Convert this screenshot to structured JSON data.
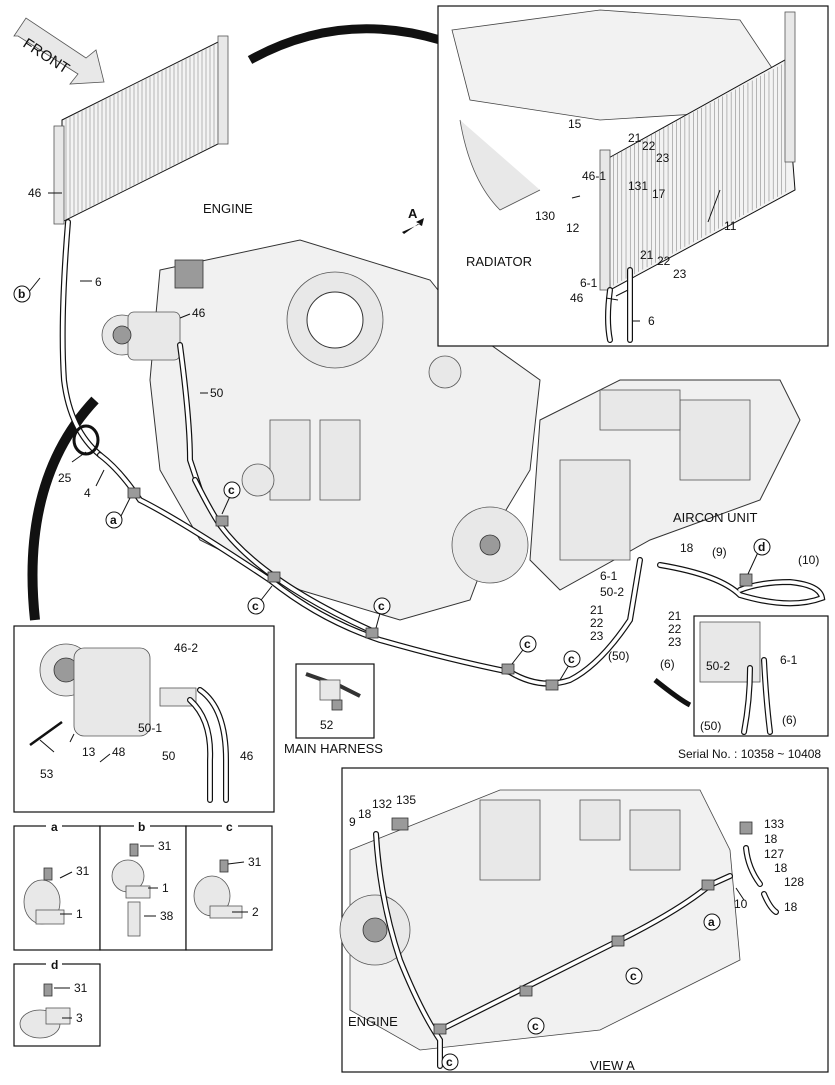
{
  "labels": {
    "front": "FRONT",
    "engine_top": "ENGINE",
    "arrow_a": "A",
    "radiator": "RADIATOR",
    "aircon_unit": "AIRCON UNIT",
    "main_harness": "MAIN HARNESS",
    "serial_no": "Serial No. : 10358 ~ 10408",
    "engine_bottom": "ENGINE",
    "view_a": "VIEW   A"
  },
  "callouts": {
    "c46a": "46",
    "c6a": "6",
    "c46b": "46",
    "c50": "50",
    "c25": "25",
    "c4": "4",
    "c15": "15",
    "c21a": "21",
    "c22a": "22",
    "c23a": "23",
    "c46_1": "46-1",
    "c131": "131",
    "c17": "17",
    "c130": "130",
    "c12": "12",
    "c11": "11",
    "c21b": "21",
    "c22b": "22",
    "c23b": "23",
    "c6_1a": "6-1",
    "c46c": "46",
    "c6b": "6",
    "c18a": "18",
    "c9p": "(9)",
    "c10p": "(10)",
    "c6_1b": "6-1",
    "c50_2a": "50-2",
    "c21c": "21",
    "c22c": "22",
    "c23c": "23",
    "c21d": "21",
    "c22d": "22",
    "c23d": "23",
    "c50pa": "(50)",
    "c6pa": "(6)",
    "c46_2": "46-2",
    "c50_1": "50-1",
    "c13": "13",
    "c48": "48",
    "c53": "53",
    "c50b": "50",
    "c46d": "46",
    "c52": "52",
    "c50_2b": "50-2",
    "c6_1c": "6-1",
    "c50pb": "(50)",
    "c6pb": "(6)",
    "c9": "9",
    "c18b": "18",
    "c132": "132",
    "c135": "135",
    "c133": "133",
    "c18c": "18",
    "c127": "127",
    "c18d": "18",
    "c128": "128",
    "c18e": "18",
    "c10": "10",
    "det_a31": "31",
    "det_a1": "1",
    "det_b31": "31",
    "det_b1": "1",
    "det_b38": "38",
    "det_c31": "31",
    "det_c2": "2",
    "det_d31": "31",
    "det_d3": "3"
  },
  "clamp_tags": {
    "a": "a",
    "b": "b",
    "c": "c",
    "d": "d"
  },
  "detail_headers": {
    "a": "a",
    "b": "b",
    "c": "c",
    "d": "d"
  }
}
